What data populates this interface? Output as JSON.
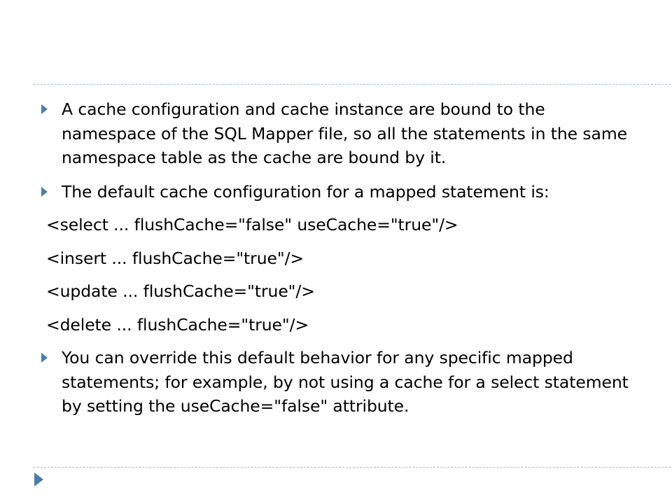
{
  "bullets": [
    "A cache configuration and cache instance are bound to the namespace of the SQL Mapper file, so all the statements in the same namespace table as the cache are bound by it.",
    "The default cache configuration for a mapped statement is:",
    "You can override this default behavior for any specific mapped statements; for example, by not using a cache for a select statement by setting the useCache=\"false\" attribute."
  ],
  "code_lines": [
    "<select ... flushCache=\"false\" useCache=\"true\"/>",
    "<insert ... flushCache=\"true\"/>",
    "<update ... flushCache=\"true\"/>",
    "<delete ... flushCache=\"true\"/>"
  ],
  "colors": {
    "accent": "#4a7ea8",
    "rule": "#9fc0c7"
  },
  "icons": {
    "bullet": "triangle-right-icon",
    "footer": "triangle-right-icon"
  }
}
